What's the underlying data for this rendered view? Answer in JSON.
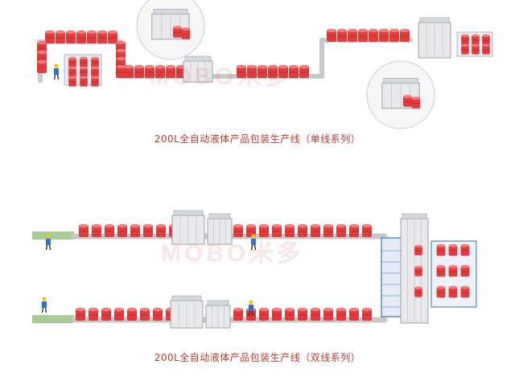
{
  "captions": {
    "single_line": "200L全自动液体产品包装生产线（单线系列）",
    "double_line": "200L全自动液体产品包装生产线（双线系列）"
  },
  "watermark": "MOBO米多",
  "colors": {
    "drum": "#e23b3b",
    "drum_top": "#f17a7a",
    "conveyor": "#c9c9c9",
    "machine": "#e9e9ec",
    "frame": "#9aa0a6",
    "accent_blue": "#2e73c8",
    "pallet_green": "#6aa84f",
    "caption": "#c0392b"
  }
}
